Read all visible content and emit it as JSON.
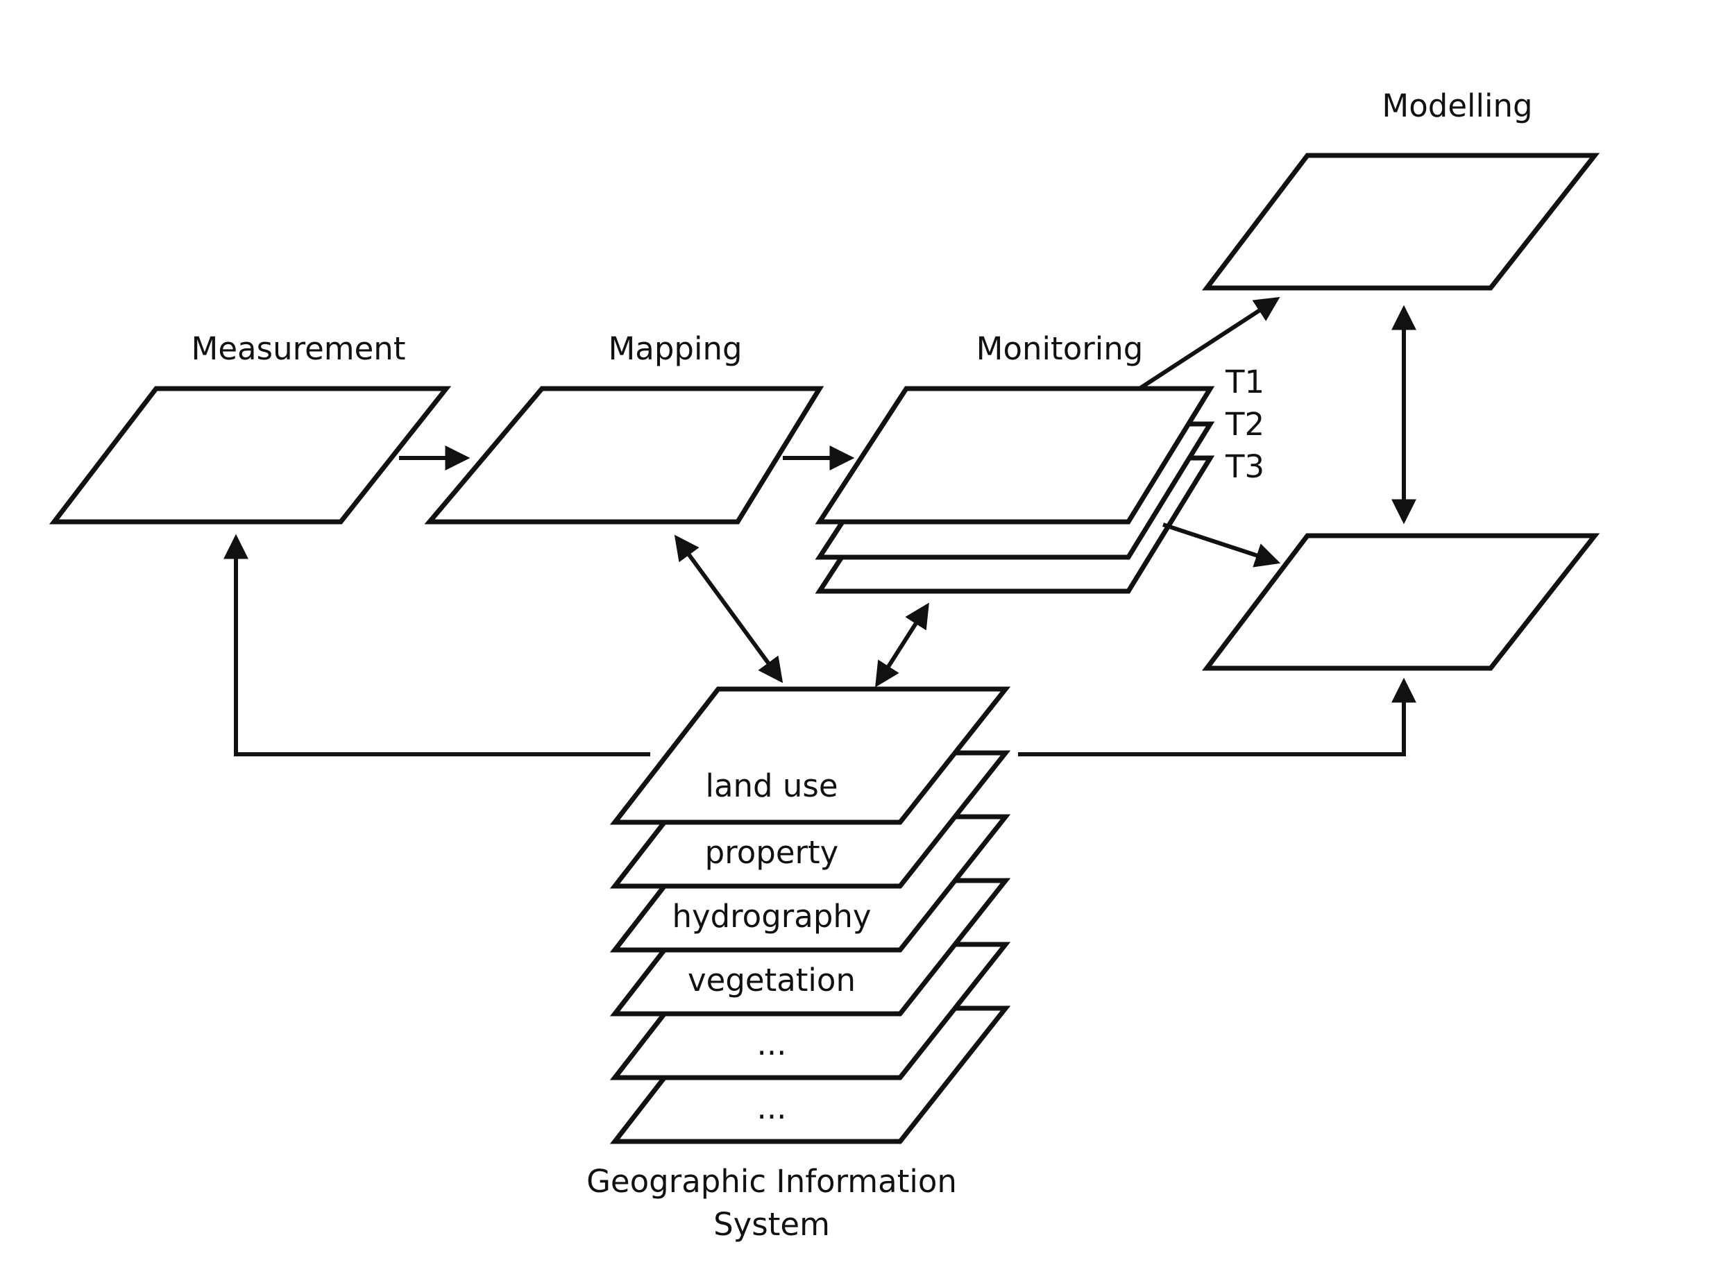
{
  "labels": {
    "measurement": "Measurement",
    "mapping": "Mapping",
    "monitoring": "Monitoring",
    "modelling": "Modelling",
    "t1": "T1",
    "t2": "T2",
    "t3": "T3",
    "gis_line1": "Geographic Information",
    "gis_line2": "System"
  },
  "gis_layers": [
    "land use",
    "property",
    "hydrography",
    "vegetation",
    "...",
    "..."
  ],
  "colors": {
    "stroke": "#111111",
    "grid": "#7a7a7a",
    "feature_fill": "#98b182",
    "feature_stroke": "#666666"
  }
}
